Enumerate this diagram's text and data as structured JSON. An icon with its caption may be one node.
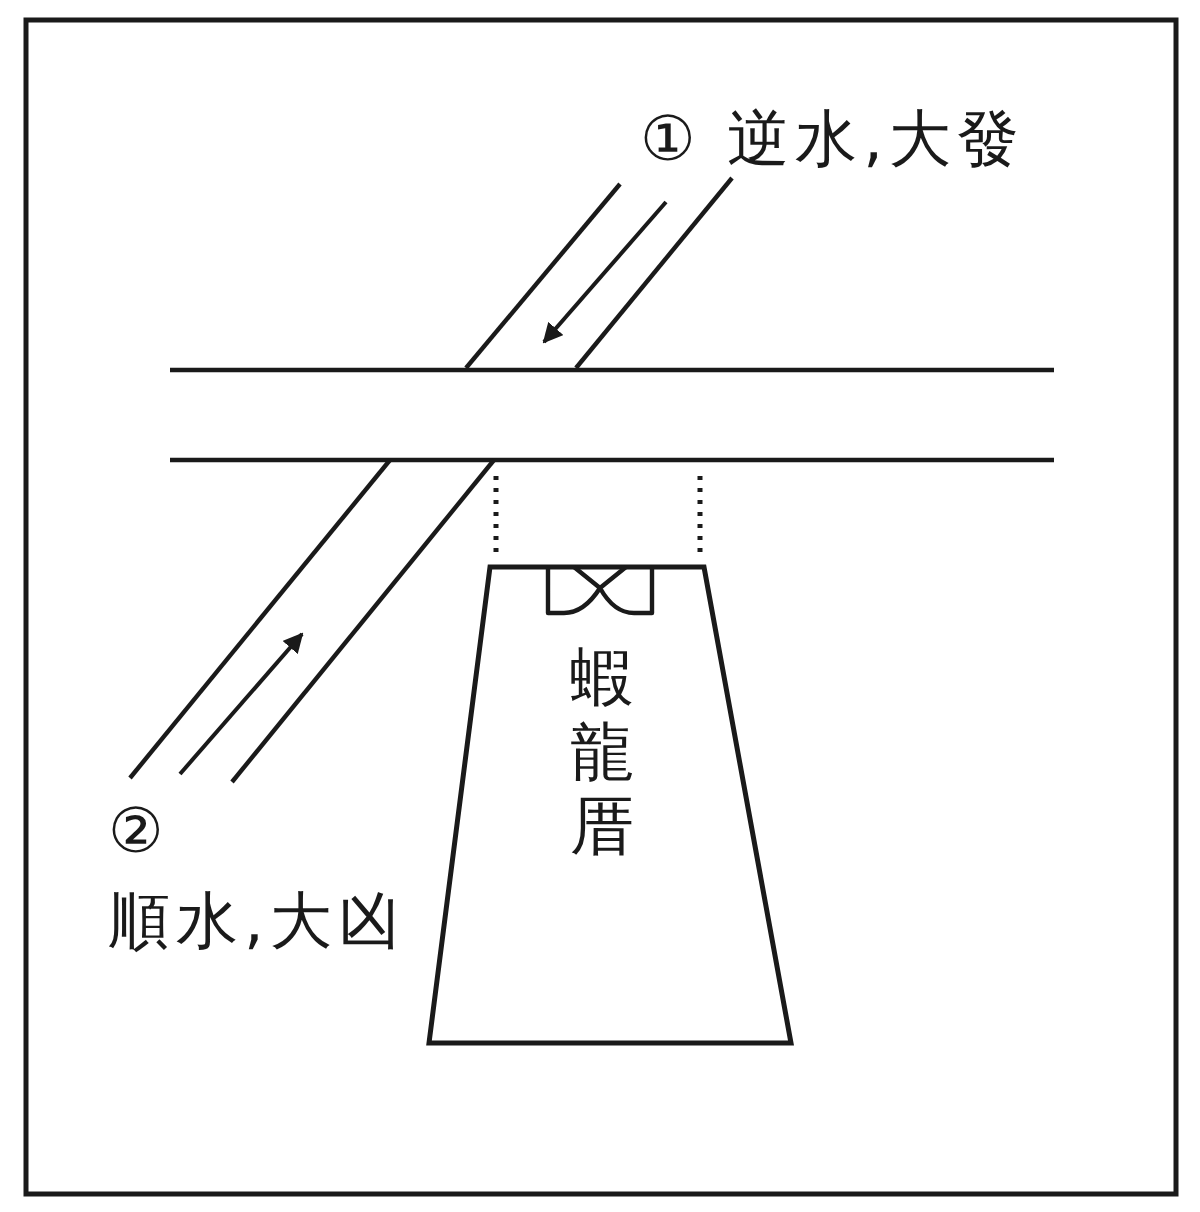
{
  "diagram": {
    "nodes": [
      {
        "text": [
          "蝦龍厝"
        ]
      }
    ],
    "labels": [
      "① 逆水,大發",
      "②",
      "順水,大凶"
    ]
  }
}
